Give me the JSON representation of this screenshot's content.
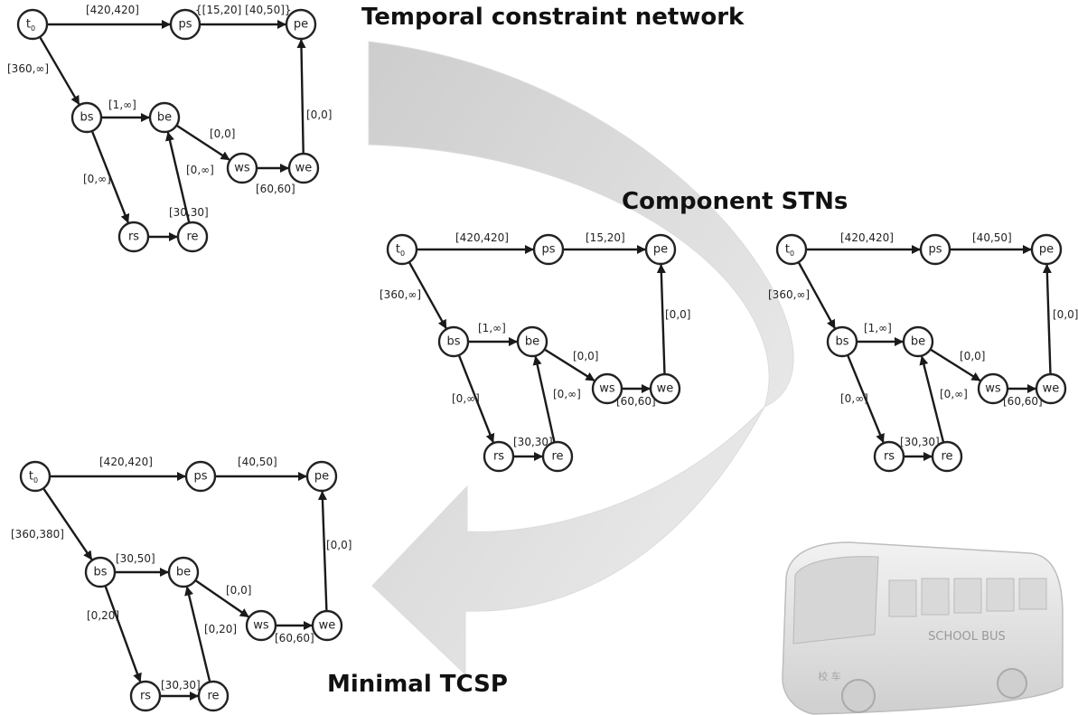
{
  "headings": {
    "temporal": "Temporal constraint network",
    "component": "Component STNs",
    "minimal": "Minimal TCSP"
  },
  "nodes": [
    {
      "id": "t0",
      "label": "t",
      "subscript": "0"
    },
    {
      "id": "ps",
      "label": "ps"
    },
    {
      "id": "pe",
      "label": "pe"
    },
    {
      "id": "bs",
      "label": "bs"
    },
    {
      "id": "be",
      "label": "be"
    },
    {
      "id": "ws",
      "label": "ws"
    },
    {
      "id": "we",
      "label": "we"
    },
    {
      "id": "rs",
      "label": "rs"
    },
    {
      "id": "re",
      "label": "re"
    }
  ],
  "graphs": [
    {
      "name": "temporal-constraint-network",
      "edges": [
        {
          "from": "t0",
          "to": "ps",
          "label": "[420,420]"
        },
        {
          "from": "ps",
          "to": "pe",
          "label": "{[15,20] [40,50]}"
        },
        {
          "from": "t0",
          "to": "bs",
          "label": "[360,∞]"
        },
        {
          "from": "bs",
          "to": "be",
          "label": "[1,∞]"
        },
        {
          "from": "be",
          "to": "ws",
          "label": "[0,0]"
        },
        {
          "from": "ws",
          "to": "we",
          "label": "[60,60]"
        },
        {
          "from": "we",
          "to": "pe",
          "label": "[0,0]"
        },
        {
          "from": "bs",
          "to": "rs",
          "label": "[0,∞]"
        },
        {
          "from": "rs",
          "to": "re",
          "label": "[30,30]"
        },
        {
          "from": "re",
          "to": "be",
          "label": "[0,∞]"
        }
      ]
    },
    {
      "name": "component-stn-1",
      "edges": [
        {
          "from": "t0",
          "to": "ps",
          "label": "[420,420]"
        },
        {
          "from": "ps",
          "to": "pe",
          "label": "[15,20]"
        },
        {
          "from": "t0",
          "to": "bs",
          "label": "[360,∞]"
        },
        {
          "from": "bs",
          "to": "be",
          "label": "[1,∞]"
        },
        {
          "from": "be",
          "to": "ws",
          "label": "[0,0]"
        },
        {
          "from": "ws",
          "to": "we",
          "label": "[60,60]"
        },
        {
          "from": "we",
          "to": "pe",
          "label": "[0,0]"
        },
        {
          "from": "bs",
          "to": "rs",
          "label": "[0,∞]"
        },
        {
          "from": "rs",
          "to": "re",
          "label": "[30,30]"
        },
        {
          "from": "re",
          "to": "be",
          "label": "[0,∞]"
        }
      ]
    },
    {
      "name": "component-stn-2",
      "edges": [
        {
          "from": "t0",
          "to": "ps",
          "label": "[420,420]"
        },
        {
          "from": "ps",
          "to": "pe",
          "label": "[40,50]"
        },
        {
          "from": "t0",
          "to": "bs",
          "label": "[360,∞]"
        },
        {
          "from": "bs",
          "to": "be",
          "label": "[1,∞]"
        },
        {
          "from": "be",
          "to": "ws",
          "label": "[0,0]"
        },
        {
          "from": "ws",
          "to": "we",
          "label": "[60,60]"
        },
        {
          "from": "we",
          "to": "pe",
          "label": "[0,0]"
        },
        {
          "from": "bs",
          "to": "rs",
          "label": "[0,∞]"
        },
        {
          "from": "rs",
          "to": "re",
          "label": "[30,30]"
        },
        {
          "from": "re",
          "to": "be",
          "label": "[0,∞]"
        }
      ]
    },
    {
      "name": "minimal-tcsp",
      "edges": [
        {
          "from": "t0",
          "to": "ps",
          "label": "[420,420]"
        },
        {
          "from": "ps",
          "to": "pe",
          "label": "[40,50]"
        },
        {
          "from": "t0",
          "to": "bs",
          "label": "[360,380]"
        },
        {
          "from": "bs",
          "to": "be",
          "label": "[30,50]"
        },
        {
          "from": "be",
          "to": "ws",
          "label": "[0,0]"
        },
        {
          "from": "ws",
          "to": "we",
          "label": "[60,60]"
        },
        {
          "from": "we",
          "to": "pe",
          "label": "[0,0]"
        },
        {
          "from": "bs",
          "to": "rs",
          "label": "[0,20]"
        },
        {
          "from": "rs",
          "to": "re",
          "label": "[30,30]"
        },
        {
          "from": "re",
          "to": "be",
          "label": "[0,20]"
        }
      ]
    }
  ],
  "illustration": {
    "bus_text": "SCHOOL BUS",
    "bus_sign": "校 车",
    "bus_color": "#e3e3e3",
    "arrow_color": "#d4d4d4"
  }
}
